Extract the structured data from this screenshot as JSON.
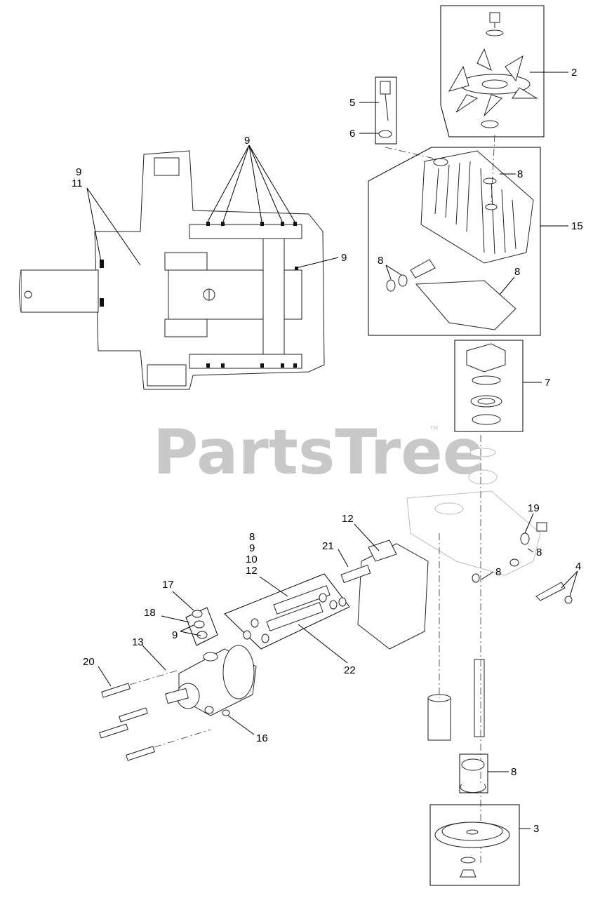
{
  "watermark": {
    "brand": "PartsTree",
    "trademark": "™"
  },
  "callouts": {
    "c2": "2",
    "c3": "3",
    "c4": "4",
    "c5": "5",
    "c6": "6",
    "c7": "7",
    "c8_fan_nut": "8",
    "c8_housing_seals": "8",
    "c8_gasket": "8",
    "c8_valve_right": "8",
    "c8_valve_mid": "8",
    "c8_bearing_kit": "8",
    "c8_group": "8",
    "c9_group": "9",
    "c10_group": "10",
    "c12_group": "12",
    "c9_section_top": "9",
    "c9_section_left": "9",
    "c11_section_left": "11",
    "c9_section_right": "9",
    "c9_plugs": "9",
    "c12_bracket": "12",
    "c13": "13",
    "c15": "15",
    "c16": "16",
    "c17": "17",
    "c18": "18",
    "c19": "19",
    "c20": "20",
    "c21": "21",
    "c22": "22"
  }
}
